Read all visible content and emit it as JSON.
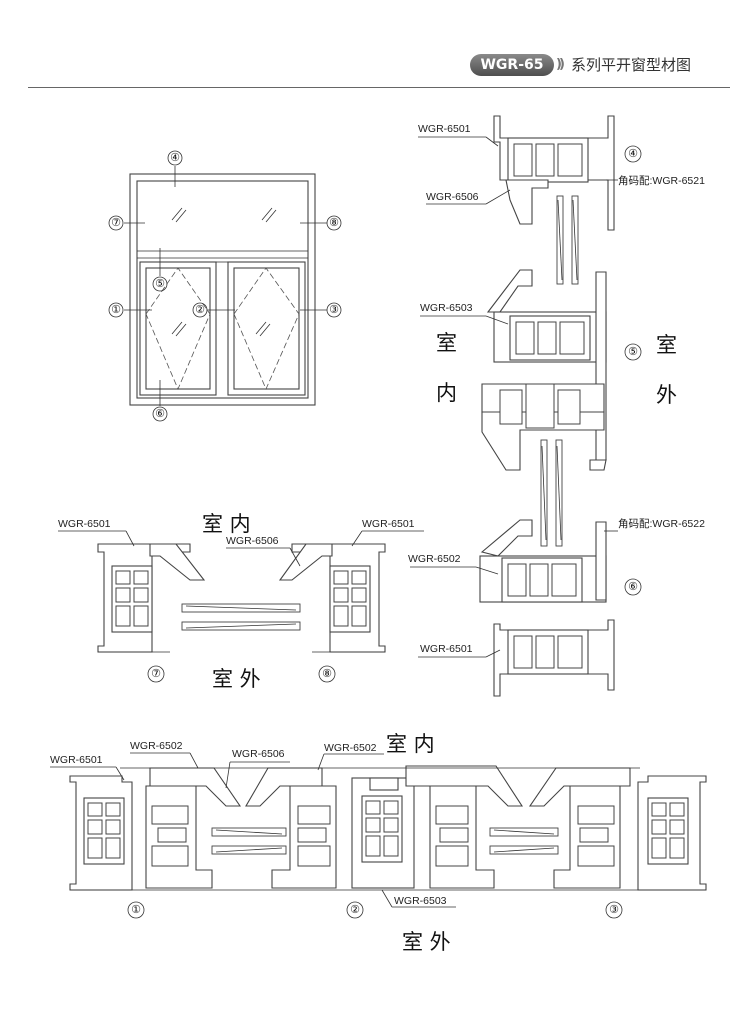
{
  "header": {
    "badge": "WGR-65",
    "arrows": "))",
    "title": "系列平开窗型材图"
  },
  "labels": {
    "wgr6501": "WGR-6501",
    "wgr6502": "WGR-6502",
    "wgr6503": "WGR-6503",
    "wgr6506": "WGR-6506",
    "corner6521": "角码配:WGR-6521",
    "corner6522": "角码配:WGR-6522"
  },
  "markers": [
    "①",
    "②",
    "③",
    "④",
    "⑤",
    "⑥",
    "⑦",
    "⑧"
  ],
  "sides": {
    "indoor": "室 内",
    "outdoor": "室 外",
    "shi": "室",
    "nei": "内",
    "wai": "外"
  },
  "colors": {
    "stroke": "#444444",
    "badge": "#6b6b6b",
    "rule": "#666666"
  }
}
